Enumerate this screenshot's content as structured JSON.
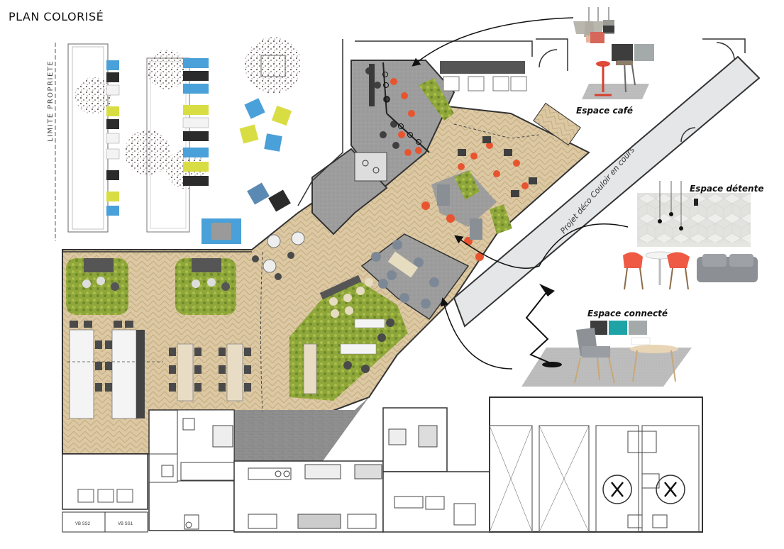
{
  "title": "PLAN COLORISÉ",
  "labels": {
    "espace_cafe": "Espace café",
    "espace_detente": "Espace détente",
    "espace_connecte": "Espace connecté",
    "couloir": "Projet déco Couloir en cours",
    "limite": "LIMITE PROPRIETE",
    "vb_ss2": "VB SS2",
    "vb_ss1": "VB SS1"
  },
  "colors": {
    "wood": "#dcc8a3",
    "wood_line": "#c4ac80",
    "concrete": "#9c9c9c",
    "green": "#8fa63a",
    "orange": "#e8542f",
    "corridor": "#e4e6e8",
    "wall": "#333333"
  }
}
